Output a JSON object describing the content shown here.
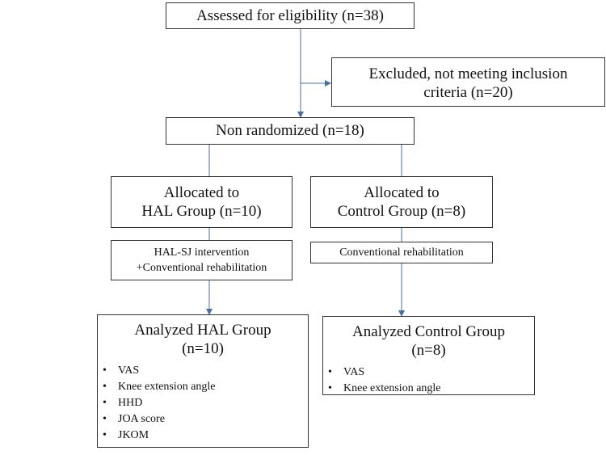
{
  "assessed": {
    "label": "Assessed for eligibility (n=38)"
  },
  "excluded": {
    "line1": "Excluded, not meeting inclusion",
    "line2": "criteria (n=20)"
  },
  "non_randomized": {
    "label": "Non randomized (n=18)"
  },
  "hal_arm": {
    "allocation": {
      "line1": "Allocated to",
      "line2": "HAL Group (n=10)"
    },
    "intervention": {
      "line1": "HAL-SJ intervention",
      "line2": "+Conventional rehabilitation"
    },
    "analysis": {
      "line1": "Analyzed HAL Group",
      "line2": "(n=10)",
      "measures": [
        "VAS",
        "Knee extension angle",
        "HHD",
        "JOA score",
        "JKOM"
      ]
    }
  },
  "control_arm": {
    "allocation": {
      "line1": "Allocated to",
      "line2": "Control Group (n=8)"
    },
    "intervention": {
      "line1": "Conventional rehabilitation"
    },
    "analysis": {
      "line1": "Analyzed Control Group",
      "line2": "(n=8)",
      "measures": [
        "VAS",
        "Knee extension angle"
      ]
    }
  },
  "colors": {
    "connector": "#4a6fa5",
    "border": "#333333"
  }
}
